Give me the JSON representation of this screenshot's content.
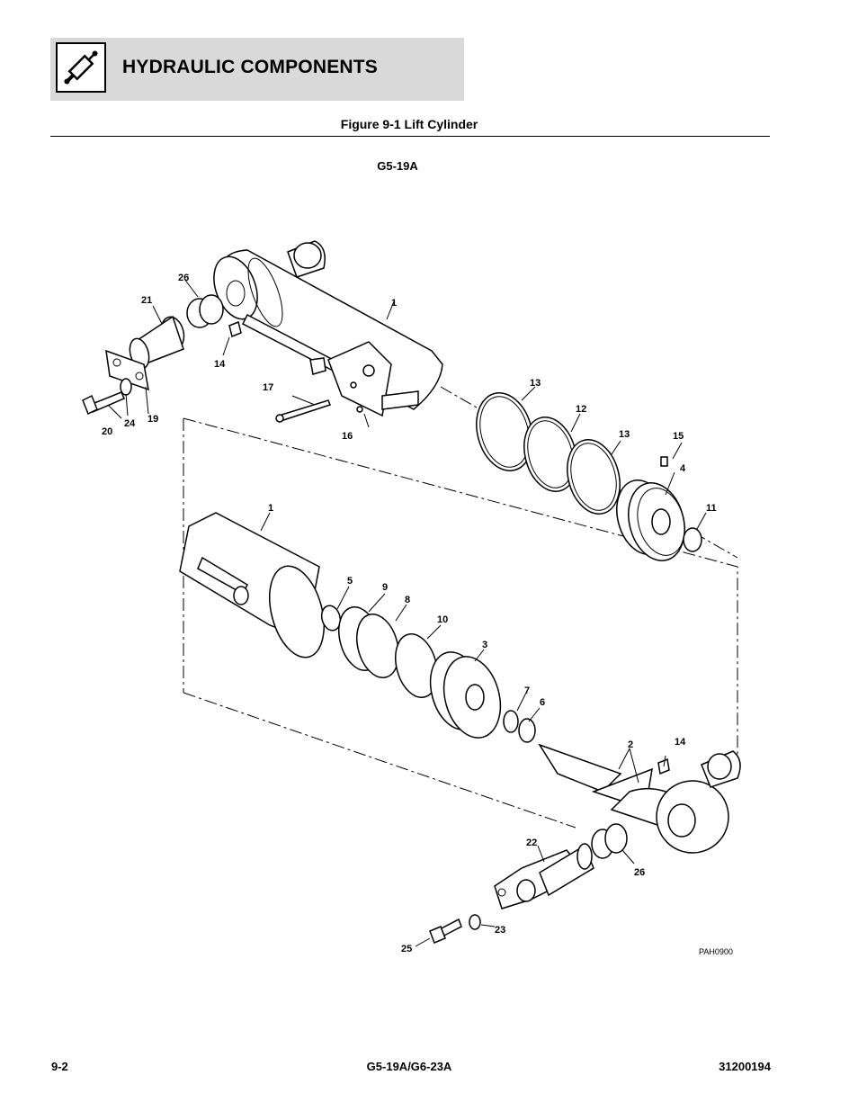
{
  "header": {
    "title": "HYDRAULIC COMPONENTS",
    "icon": "hydraulic-cylinder-icon"
  },
  "figure": {
    "caption": "Figure 9-1 Lift Cylinder",
    "model": "G5-19A",
    "drawing_code": "PAH0900"
  },
  "callouts": [
    "1",
    "26",
    "21",
    "14",
    "19",
    "20",
    "24",
    "17",
    "16",
    "13",
    "12",
    "13",
    "15",
    "4",
    "11",
    "1",
    "5",
    "9",
    "8",
    "10",
    "3",
    "7",
    "6",
    "2",
    "14",
    "22",
    "26",
    "23",
    "25"
  ],
  "footer": {
    "page": "9-2",
    "models": "G5-19A/G6-23A",
    "doc_number": "31200194"
  }
}
